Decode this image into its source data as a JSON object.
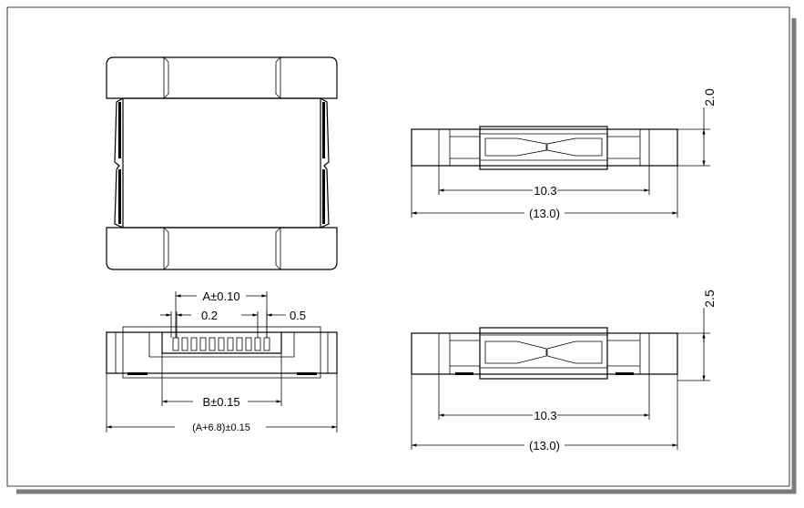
{
  "drawing": {
    "side_view_top": {
      "height_dim": "2.0",
      "inner_width_dim": "10.3",
      "overall_width_dim": "(13.0)"
    },
    "side_view_bottom": {
      "height_dim": "2.5",
      "inner_width_dim": "10.3",
      "overall_width_dim": "(13.0)"
    },
    "front_view": {
      "pitch_span_dim": "A±0.10",
      "pin_width_dim": "0.2",
      "pitch_dim": "0.5",
      "b_dim": "B±0.15",
      "overall_dim": "(A+6.8)±0.15"
    }
  }
}
